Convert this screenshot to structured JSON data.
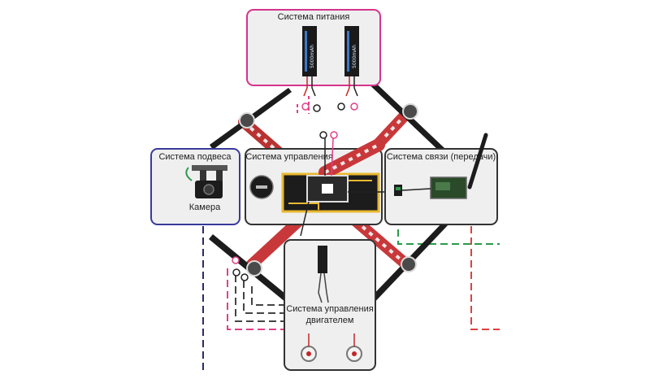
{
  "diagram": {
    "blocks": {
      "power": {
        "title": "Система питания"
      },
      "gimbal": {
        "title": "Система подвеса",
        "sub_label": "Камера"
      },
      "control": {
        "title": "Система управления"
      },
      "comms": {
        "title": "Система связи (передачи)"
      },
      "motor_control": {
        "title_line1": "Система управления",
        "title_line2": "двигателем"
      }
    },
    "battery_marking": "5000mAh",
    "colors": {
      "power_border": "#d6338c",
      "gimbal_border": "#3a3a9a",
      "block_border": "#333333",
      "block_fill": "#efefef",
      "frame_arm_red": "#c8383a",
      "frame_plate_yellow": "#e8b830",
      "link_green": "#2a9a4a",
      "link_red": "#e04040",
      "link_pink": "#e0408a",
      "link_navy": "#2a2a6a",
      "link_black": "#222222"
    },
    "icons": [
      "battery-icon",
      "propeller-icon",
      "camera-icon",
      "gimbal-icon",
      "esc-icon",
      "motor-icon",
      "antenna-icon",
      "radio-module-icon",
      "gps-module-icon",
      "connector-icon",
      "flight-controller-icon"
    ]
  }
}
